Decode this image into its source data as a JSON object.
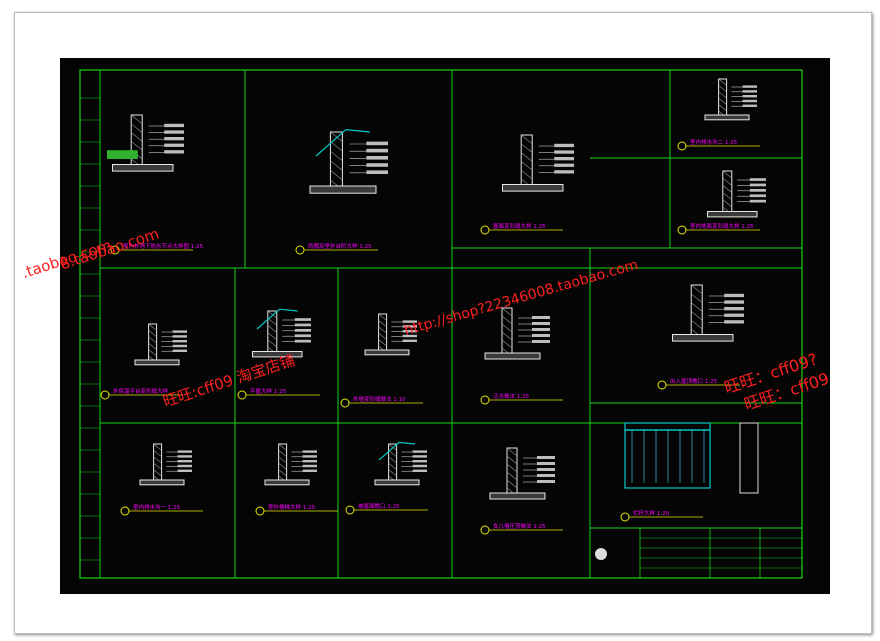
{
  "colors": {
    "sheet": "#050505",
    "border": "#19d219",
    "callout": "#e6e600",
    "title_text": "#ff00ff",
    "detail_line": "#e8e8e8",
    "accent": "#00c8c8",
    "watermark": "#ff2020"
  },
  "panels": [
    {
      "id": "p1",
      "label": "室内外地下防水节点大样图  1:25"
    },
    {
      "id": "p2",
      "label": "雨棚及室外台阶大样  1:25"
    },
    {
      "id": "p3",
      "label": "屋面变形缝大样  1:25"
    },
    {
      "id": "p4",
      "label": "室内排水沟二  1:25"
    },
    {
      "id": "p5",
      "label": "室内地面变形缝大样  1:25"
    },
    {
      "id": "p6",
      "label": "外保温平台变形缝大样"
    },
    {
      "id": "p7",
      "label": "平屋大样  1:25"
    },
    {
      "id": "p8",
      "label": "外墙变形缝做法  1:10"
    },
    {
      "id": "p9",
      "label": "泛水做法  1:25"
    },
    {
      "id": "p10",
      "label": "出入屋顶檐口  1:25"
    },
    {
      "id": "p11",
      "label": "室内排水沟一  1:25"
    },
    {
      "id": "p12",
      "label": "室外楼梯大样  1:25"
    },
    {
      "id": "p13",
      "label": "坡屋面檐口  1:25"
    },
    {
      "id": "p14",
      "label": "女儿墙压顶做法  1:25"
    },
    {
      "id": "p15",
      "label": "栏杆大样  1:20"
    }
  ],
  "watermarks": [
    ".taobao.com",
    "8.taobao.com",
    "旺旺：cff09?",
    "旺旺：cff09",
    "http://shop?22346008.taobao.com",
    "旺旺:cff09 淘宝店铺"
  ]
}
